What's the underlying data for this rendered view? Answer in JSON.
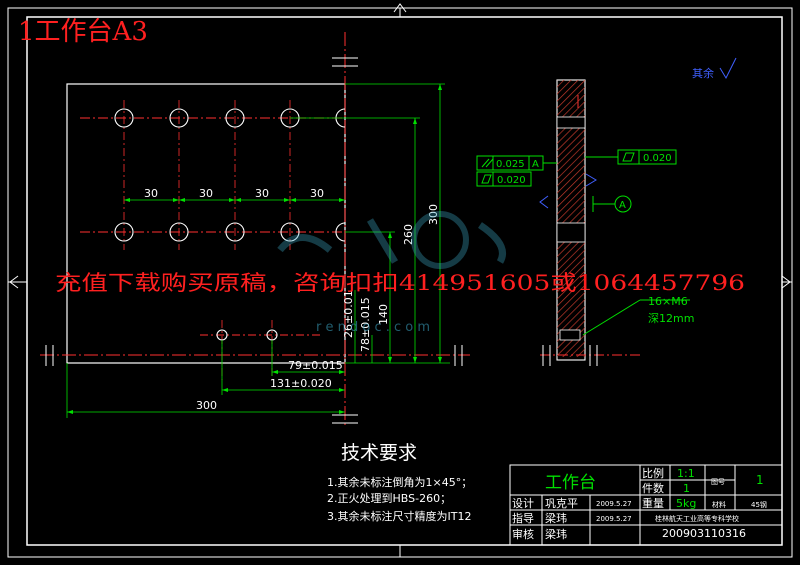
{
  "sheet_title": "1工作台A3",
  "watermark": {
    "promo": "充值下载购买原稿，咨询扣扣414951605或1064457796",
    "site": "r e n d o c . c o m"
  },
  "dimensions": {
    "pitch": "30",
    "width_total": "300",
    "height_total": "300",
    "d260": "260",
    "d140": "140",
    "d26": "26±0.01",
    "d78v": "78±0.015",
    "d79": "79±0.015",
    "d131": "131±0.020"
  },
  "gdt": {
    "parallel_value": "0.025",
    "parallel_datum": "A",
    "flatness_left": "0.020",
    "flatness_right": "0.020",
    "datum_label": "A",
    "thread_note": "16×M6",
    "depth_note": "深12mm"
  },
  "roughness_note": "其余",
  "tech_requirements": {
    "heading": "技术要求",
    "items": [
      "1.其余未标注倒角为1×45°；",
      "2.正火处理到HBS-260；",
      "3.其余未标注尺寸精度为IT12"
    ]
  },
  "title_block": {
    "part_name": "工作台",
    "scale_label": "比例",
    "scale_value": "1:1",
    "count_label": "件数",
    "count_value": "1",
    "weight_label": "重量",
    "weight_value": "5kg",
    "drawing_no_label": "图号",
    "drawing_no_value": "1",
    "material_label": "材料",
    "material_value": "45钢",
    "design_label": "设计",
    "design_name": "巩克平",
    "design_date": "2009.5.27",
    "guide_label": "指导",
    "guide_name": "梁玮",
    "guide_date": "2009.5.27",
    "review_label": "审核",
    "review_name": "梁玮",
    "school": "桂林航天工业高等专科学校",
    "student_no": "200903110316"
  }
}
